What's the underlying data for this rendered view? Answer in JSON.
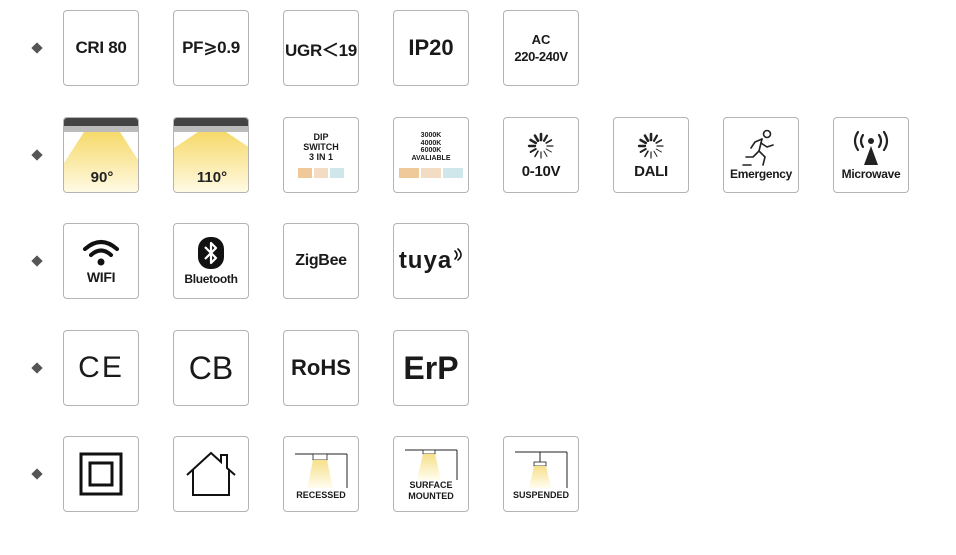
{
  "row1": {
    "cri": "CRI 80",
    "pf": "PF⩾0.9",
    "ugr": "UGR＜19",
    "ip": "IP20",
    "ac_line1": "AC",
    "ac_line2": "220-240V"
  },
  "row2": {
    "beam1": "90°",
    "beam2": "110°",
    "dip_line1": "DIP",
    "dip_line2": "SWITCH",
    "dip_line3": "3 IN 1",
    "cct_line1": "3000K",
    "cct_line2": "4000K",
    "cct_line3": "6000K",
    "cct_line4": "AVALIABLE",
    "dim1": "0-10V",
    "dim2": "DALI",
    "emergency": "Emergency",
    "microwave": "Microwave"
  },
  "row3": {
    "wifi": "WIFI",
    "bluetooth": "Bluetooth",
    "zigbee": "ZigBee",
    "tuya": "tuya"
  },
  "row4": {
    "ce": "CE",
    "cb": "CB",
    "rohs": "RoHS",
    "erp": "ErP"
  },
  "row5": {
    "recessed": "RECESSED",
    "surface_line1": "SURFACE",
    "surface_line2": "MOUNTED",
    "suspended": "SUSPENDED"
  },
  "colors": {
    "swatch_warm": "#efc999",
    "swatch_neutral": "#f3dcc4",
    "swatch_cool": "#cfe6ea",
    "beam_glow": "#f6e08a"
  }
}
